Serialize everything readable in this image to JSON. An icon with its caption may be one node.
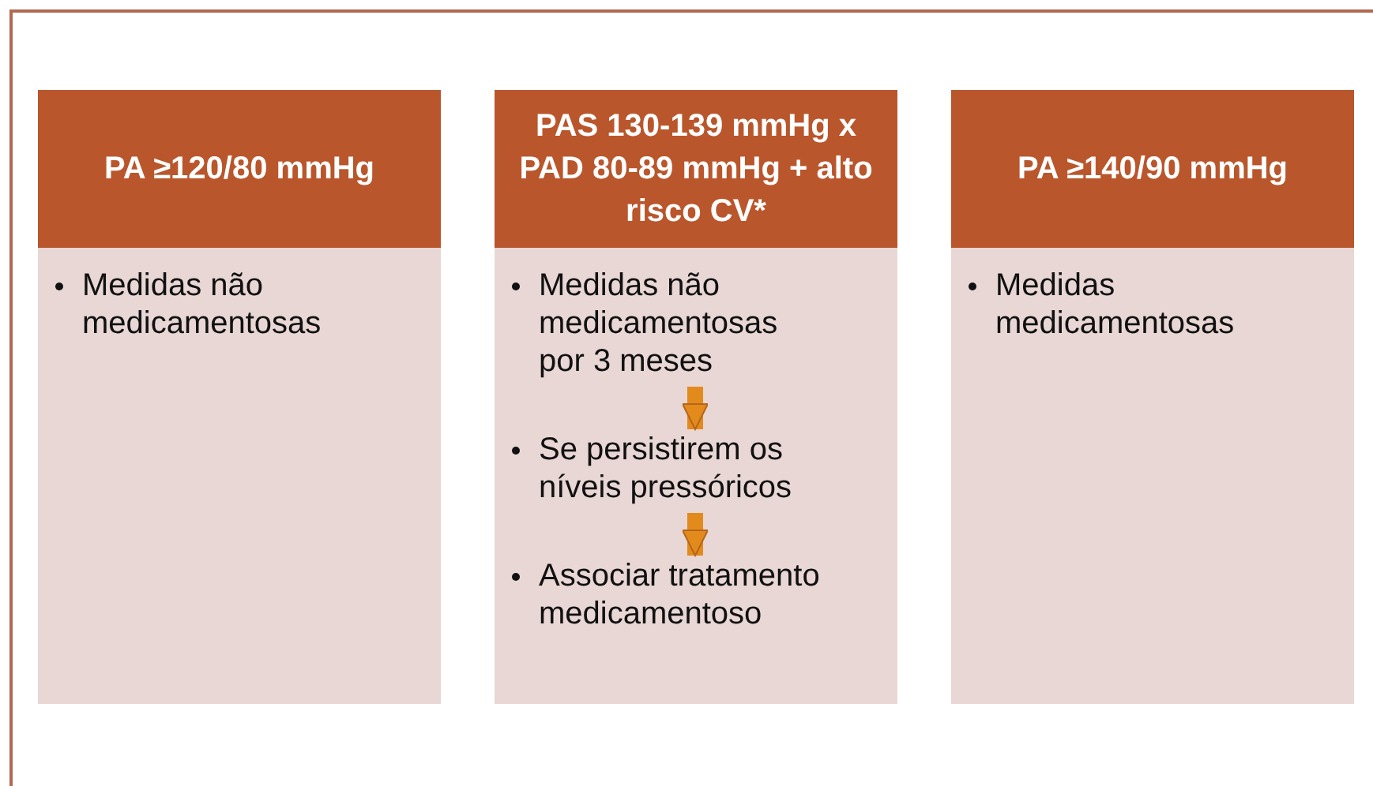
{
  "diagram": {
    "nodes": [
      {
        "text": [
          "PA ≥120/80 mmHg"
        ]
      },
      {
        "text": [
          "Medidas não medicamentosas"
        ]
      },
      {
        "text": [
          "PAS 130-139 mmHg x PAD 80-89 mmHg + alto risco CV*"
        ]
      },
      {
        "text": [],
        "shape": "box"
      },
      {
        "text": [
          "Medidas não medicamentosas por 3 meses"
        ],
        "in": 3
      },
      {
        "text": [
          "Se persistirem os níveis pressóricos"
        ],
        "in": 3
      },
      {
        "text": [
          "Associar tratamento medicamentoso"
        ],
        "in": 3
      },
      {
        "text": [
          "PA ≥140/90 mmHg"
        ]
      },
      {
        "text": [
          "Medidas medicamentosas"
        ]
      }
    ],
    "edges": [
      {
        "from": 4,
        "to": 5,
        "arrow": "to"
      },
      {
        "from": 5,
        "to": 6,
        "arrow": "to"
      }
    ]
  }
}
